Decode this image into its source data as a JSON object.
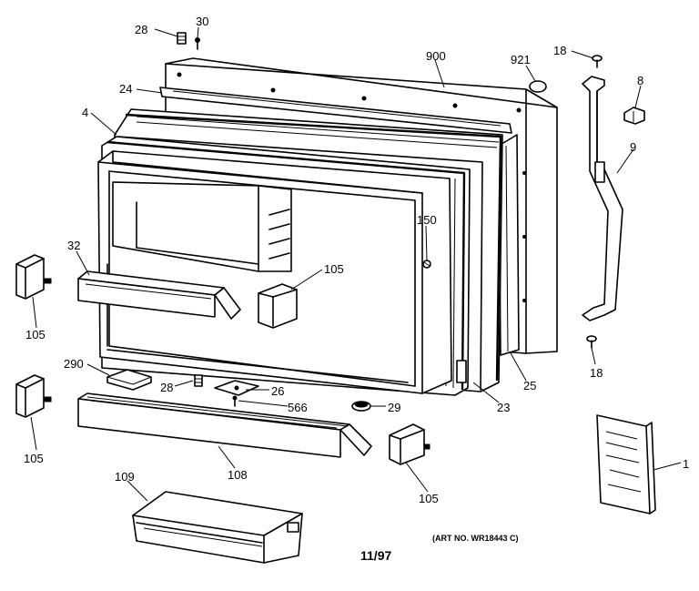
{
  "callouts": {
    "c28_top": "28",
    "c30": "30",
    "c900": "900",
    "c921": "921",
    "c18_top": "18",
    "c8": "8",
    "c24": "24",
    "c4": "4",
    "c9": "9",
    "c150": "150",
    "c32": "32",
    "c105_inner": "105",
    "c105_left_top": "105",
    "c18_bottom": "18",
    "c25": "25",
    "c290": "290",
    "c28_mid": "28",
    "c26": "26",
    "c566": "566",
    "c29": "29",
    "c23": "23",
    "c105_left_bottom": "105",
    "c1": "1",
    "c108": "108",
    "c105_front": "105",
    "c109": "109"
  },
  "footer": {
    "art_number": "(ART NO. WR18443 C)",
    "date_code": "11/97"
  }
}
